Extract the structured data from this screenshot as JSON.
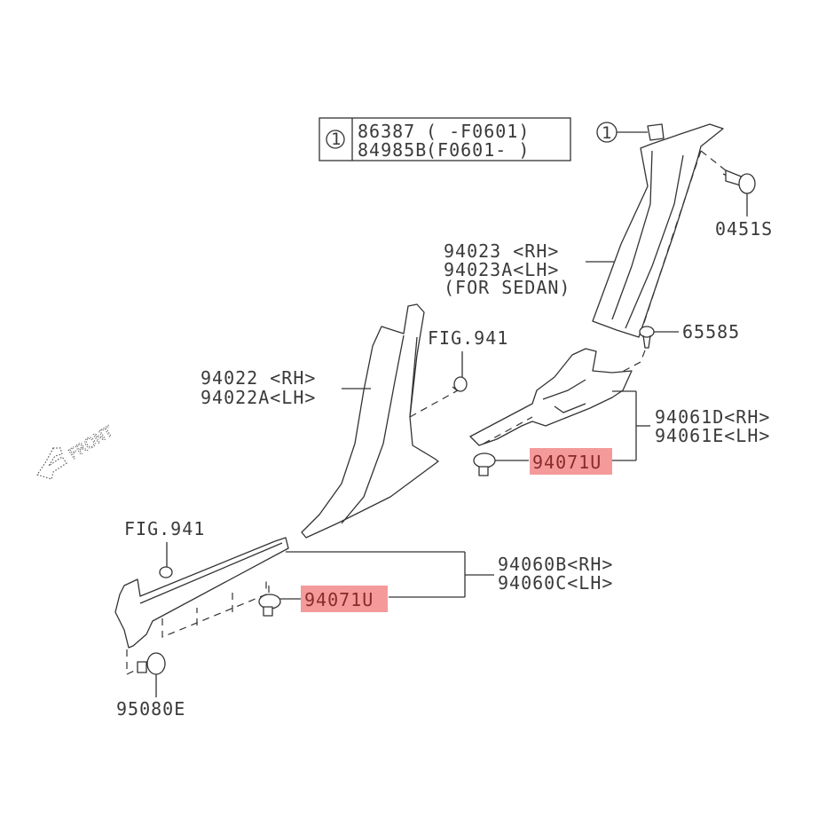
{
  "diagram": {
    "highlight_color": "#f59a9a",
    "legend_table": {
      "ref_symbol": "1",
      "rows": [
        {
          "part": "86387",
          "range": "(  -F0601)"
        },
        {
          "part": "84985B",
          "range": "(F0601-  )"
        }
      ]
    },
    "callouts": {
      "ref_circle": "1",
      "screw": "0451S",
      "upper_pillar": [
        "94023 <RH>",
        "94023A<LH>",
        "(FOR SEDAN)"
      ],
      "clip_top": "65585",
      "fig_ref_mid": "FIG.941",
      "center_pillar": [
        "94022 <RH>",
        "94022A<LH>"
      ],
      "rear_sill": [
        "94061D<RH>",
        "94061E<LH>"
      ],
      "clip_rear_highlighted": "94071U",
      "front_label": "FRONT",
      "fig_ref_left": "FIG.941",
      "front_sill": [
        "94060B<RH>",
        "94060C<LH>"
      ],
      "clip_front_highlighted": "94071U",
      "bolt": "95080E"
    }
  }
}
